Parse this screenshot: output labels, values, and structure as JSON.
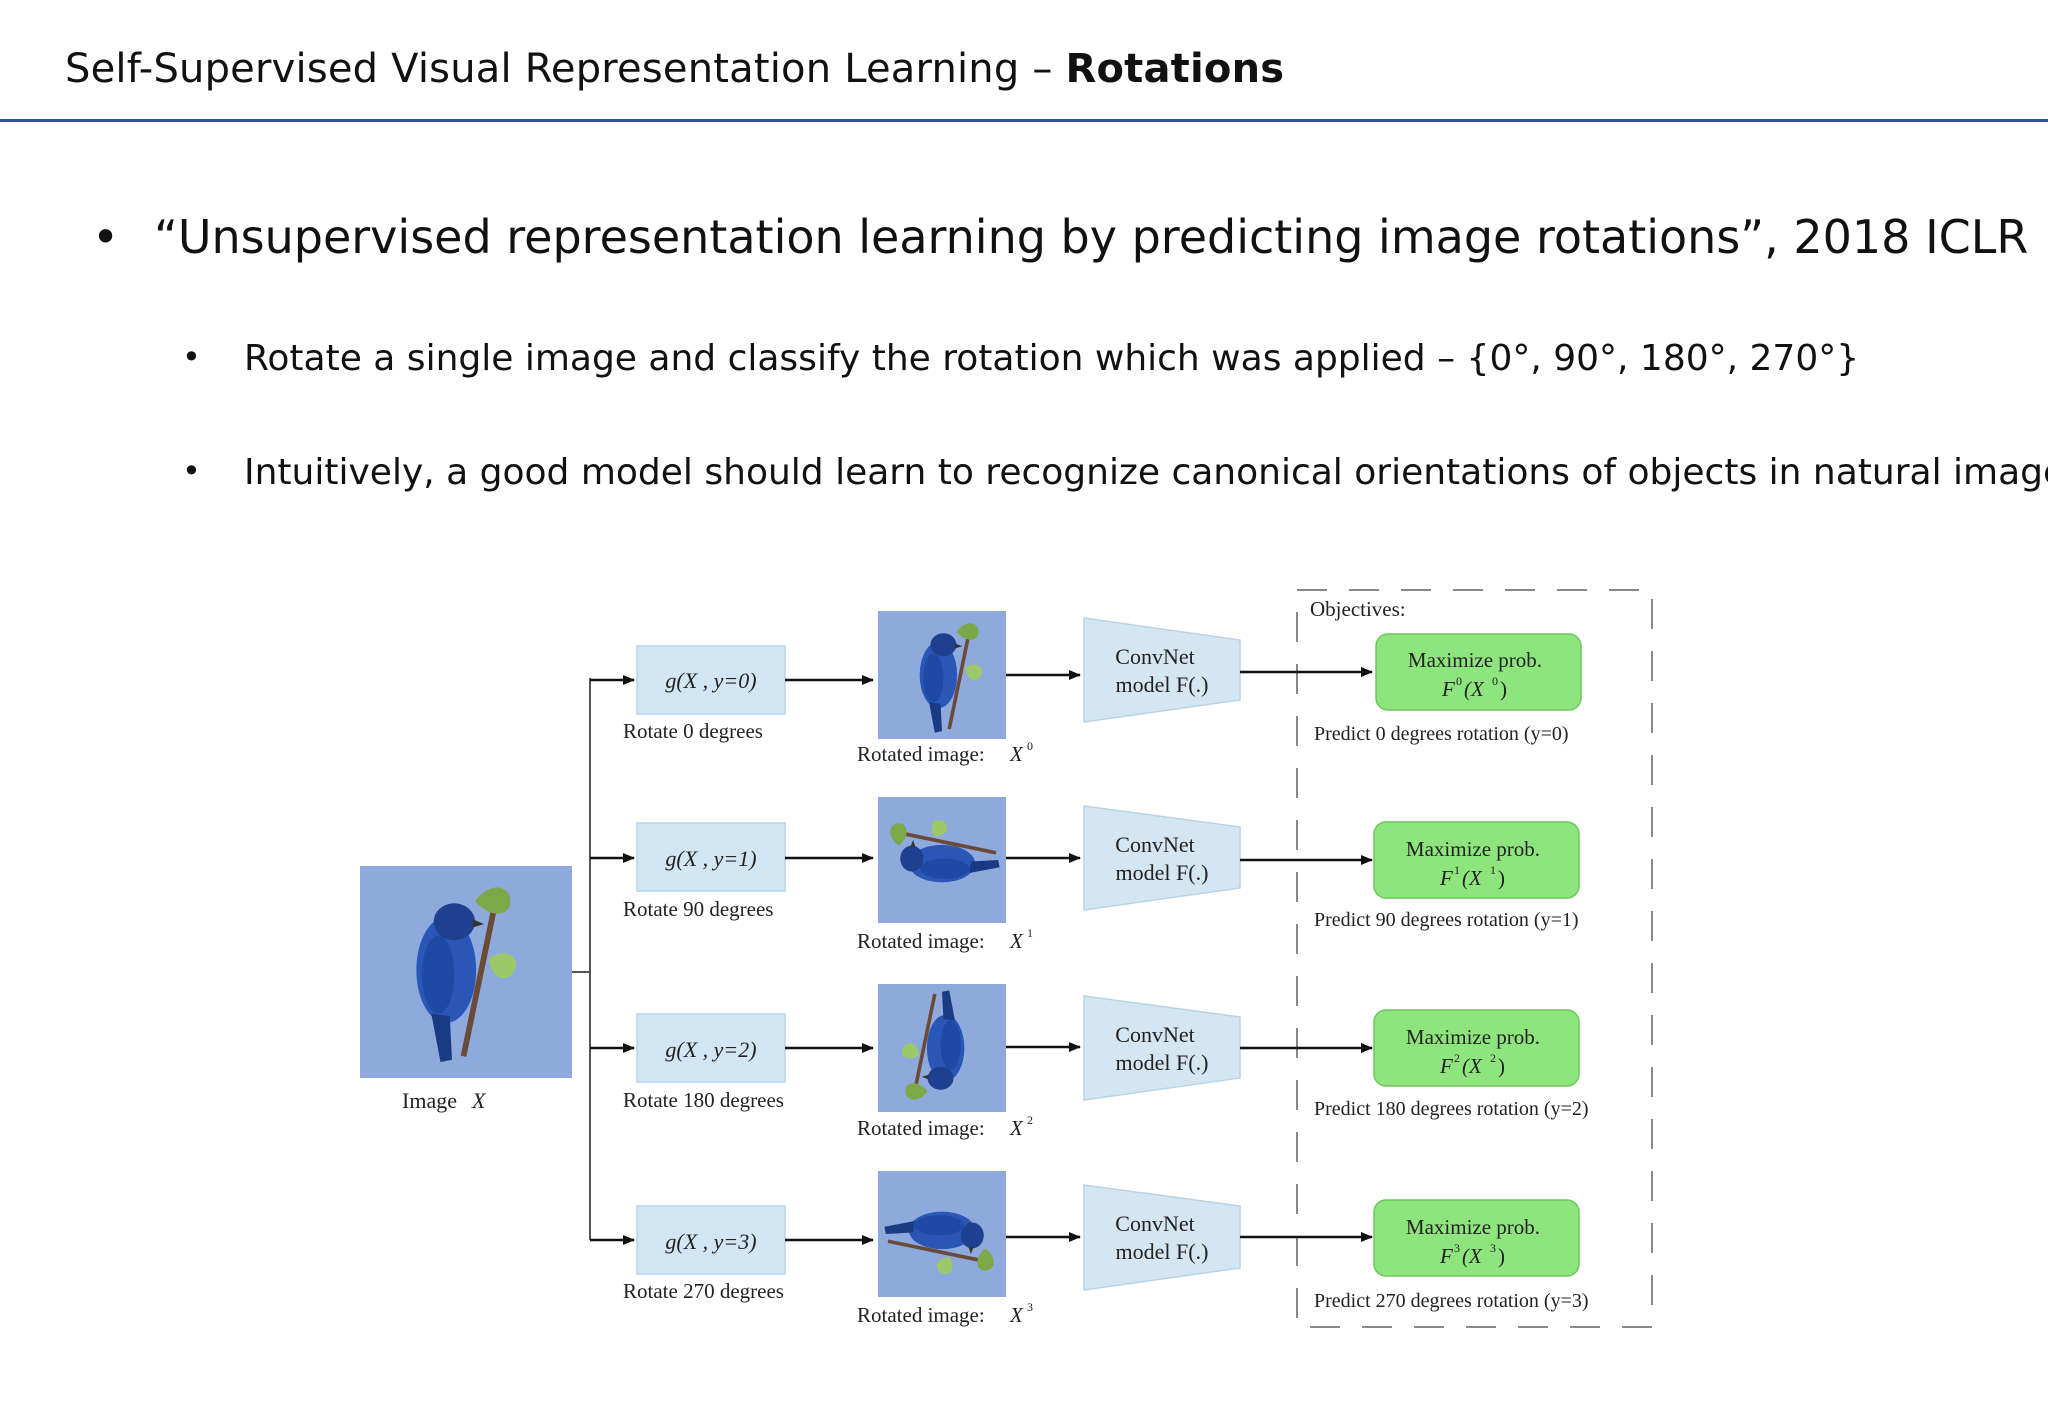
{
  "header": {
    "title_prefix": "Self-Supervised Visual Representation Learning – ",
    "title_bold": "Rotations"
  },
  "bullets": {
    "main": "“Unsupervised representation learning by predicting image rotations”, 2018 ICLR",
    "sub1": "Rotate a single image and classify the rotation which was applied – {0°, 90°, 180°, 270°}",
    "sub2": "Intuitively, a good model should learn to recognize canonical orientations of objects in natural images",
    "bullet_char": "•"
  },
  "figure": {
    "input_label": "Image",
    "input_var": "X",
    "objectives_label": "Objectives:",
    "rows": [
      {
        "g_label": "g(X , y=0)",
        "rotate_label": "Rotate 0 degrees",
        "rotated_label": "Rotated image:",
        "rotated_var": "X",
        "rotated_sup": "0",
        "convnet_l1": "ConvNet",
        "convnet_l2": "model F(.)",
        "max_l1": "Maximize prob.",
        "max_l2": "F",
        "max_sup": "0",
        "max_arg": "(X",
        "max_arg_sup": "0",
        "predict_label": "Predict 0 degrees rotation (y=0)"
      },
      {
        "g_label": "g(X , y=1)",
        "rotate_label": "Rotate 90 degrees",
        "rotated_label": "Rotated image:",
        "rotated_var": "X",
        "rotated_sup": "1",
        "convnet_l1": "ConvNet",
        "convnet_l2": "model F(.)",
        "max_l1": "Maximize prob.",
        "max_l2": "F",
        "max_sup": "1",
        "max_arg": "(X",
        "max_arg_sup": "1",
        "predict_label": "Predict 90 degrees rotation (y=1)"
      },
      {
        "g_label": "g(X , y=2)",
        "rotate_label": "Rotate 180 degrees",
        "rotated_label": "Rotated image:",
        "rotated_var": "X",
        "rotated_sup": "2",
        "convnet_l1": "ConvNet",
        "convnet_l2": "model F(.)",
        "max_l1": "Maximize prob.",
        "max_l2": "F",
        "max_sup": "2",
        "max_arg": "(X",
        "max_arg_sup": "2",
        "predict_label": "Predict 180 degrees rotation (y=2)"
      },
      {
        "g_label": "g(X , y=3)",
        "rotate_label": "Rotate 270 degrees",
        "rotated_label": "Rotated image:",
        "rotated_var": "X",
        "rotated_sup": "3",
        "convnet_l1": "ConvNet",
        "convnet_l2": "model F(.)",
        "max_l1": "Maximize prob.",
        "max_l2": "F",
        "max_sup": "3",
        "max_arg": "(X",
        "max_arg_sup": "3",
        "predict_label": "Predict 270 degrees rotation (y=3)"
      }
    ],
    "colors": {
      "sky": "#8ea9dc",
      "g_box": "#d3e6f3",
      "convnet": "#d4e6f2",
      "objective": "#8ee57e",
      "rule": "#2f5597"
    }
  }
}
